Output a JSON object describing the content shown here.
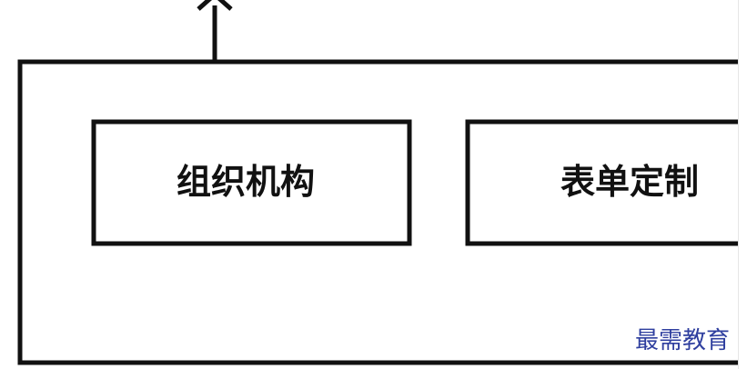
{
  "diagram": {
    "nodes": {
      "org": {
        "label": "组织机构"
      },
      "form": {
        "label": "表单定制"
      }
    },
    "watermark": "最需教育",
    "colors": {
      "stroke": "#111111",
      "background": "#ffffff",
      "watermark": "#2f3f9f"
    }
  }
}
